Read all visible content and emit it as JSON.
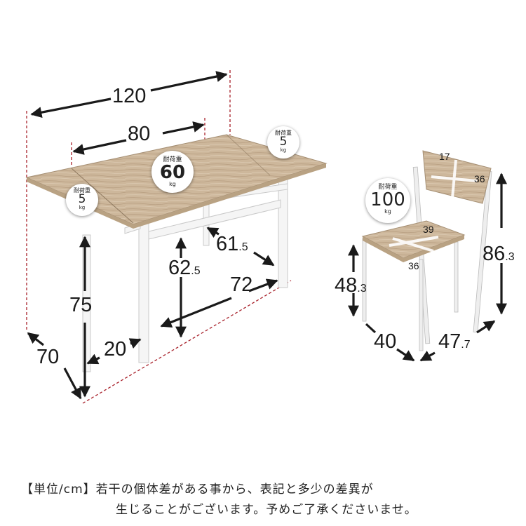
{
  "table": {
    "width_total": "120",
    "width_folded": "80",
    "depth": "70",
    "height": "75",
    "leaf": "20",
    "inner_height_int": "62",
    "inner_height_dec": ".5",
    "inner_depth_int": "61",
    "inner_depth_dec": ".5",
    "inner_width": "72"
  },
  "badges": {
    "label": "耐荷重",
    "unit": "kg",
    "center_value": "60",
    "leaf_value": "5",
    "chair_value": "100"
  },
  "chair": {
    "back_top": "17",
    "back_side": "36",
    "seat_w": "39",
    "seat_d": "36",
    "seat_height_int": "48",
    "seat_height_dec": ".3",
    "height_int": "86",
    "height_dec": ".3",
    "width": "40",
    "depth_int": "47",
    "depth_dec": ".7"
  },
  "note": {
    "line1": "【単位/cm】若干の個体差がある事から、表記と多少の差異が",
    "line2": "生じることがございます。予めご了承くださいませ。"
  },
  "colors": {
    "wood": "#cdb79b",
    "frame": "#f4f4f4",
    "dash": "#a8202a",
    "arrow": "#1a1a1a"
  }
}
